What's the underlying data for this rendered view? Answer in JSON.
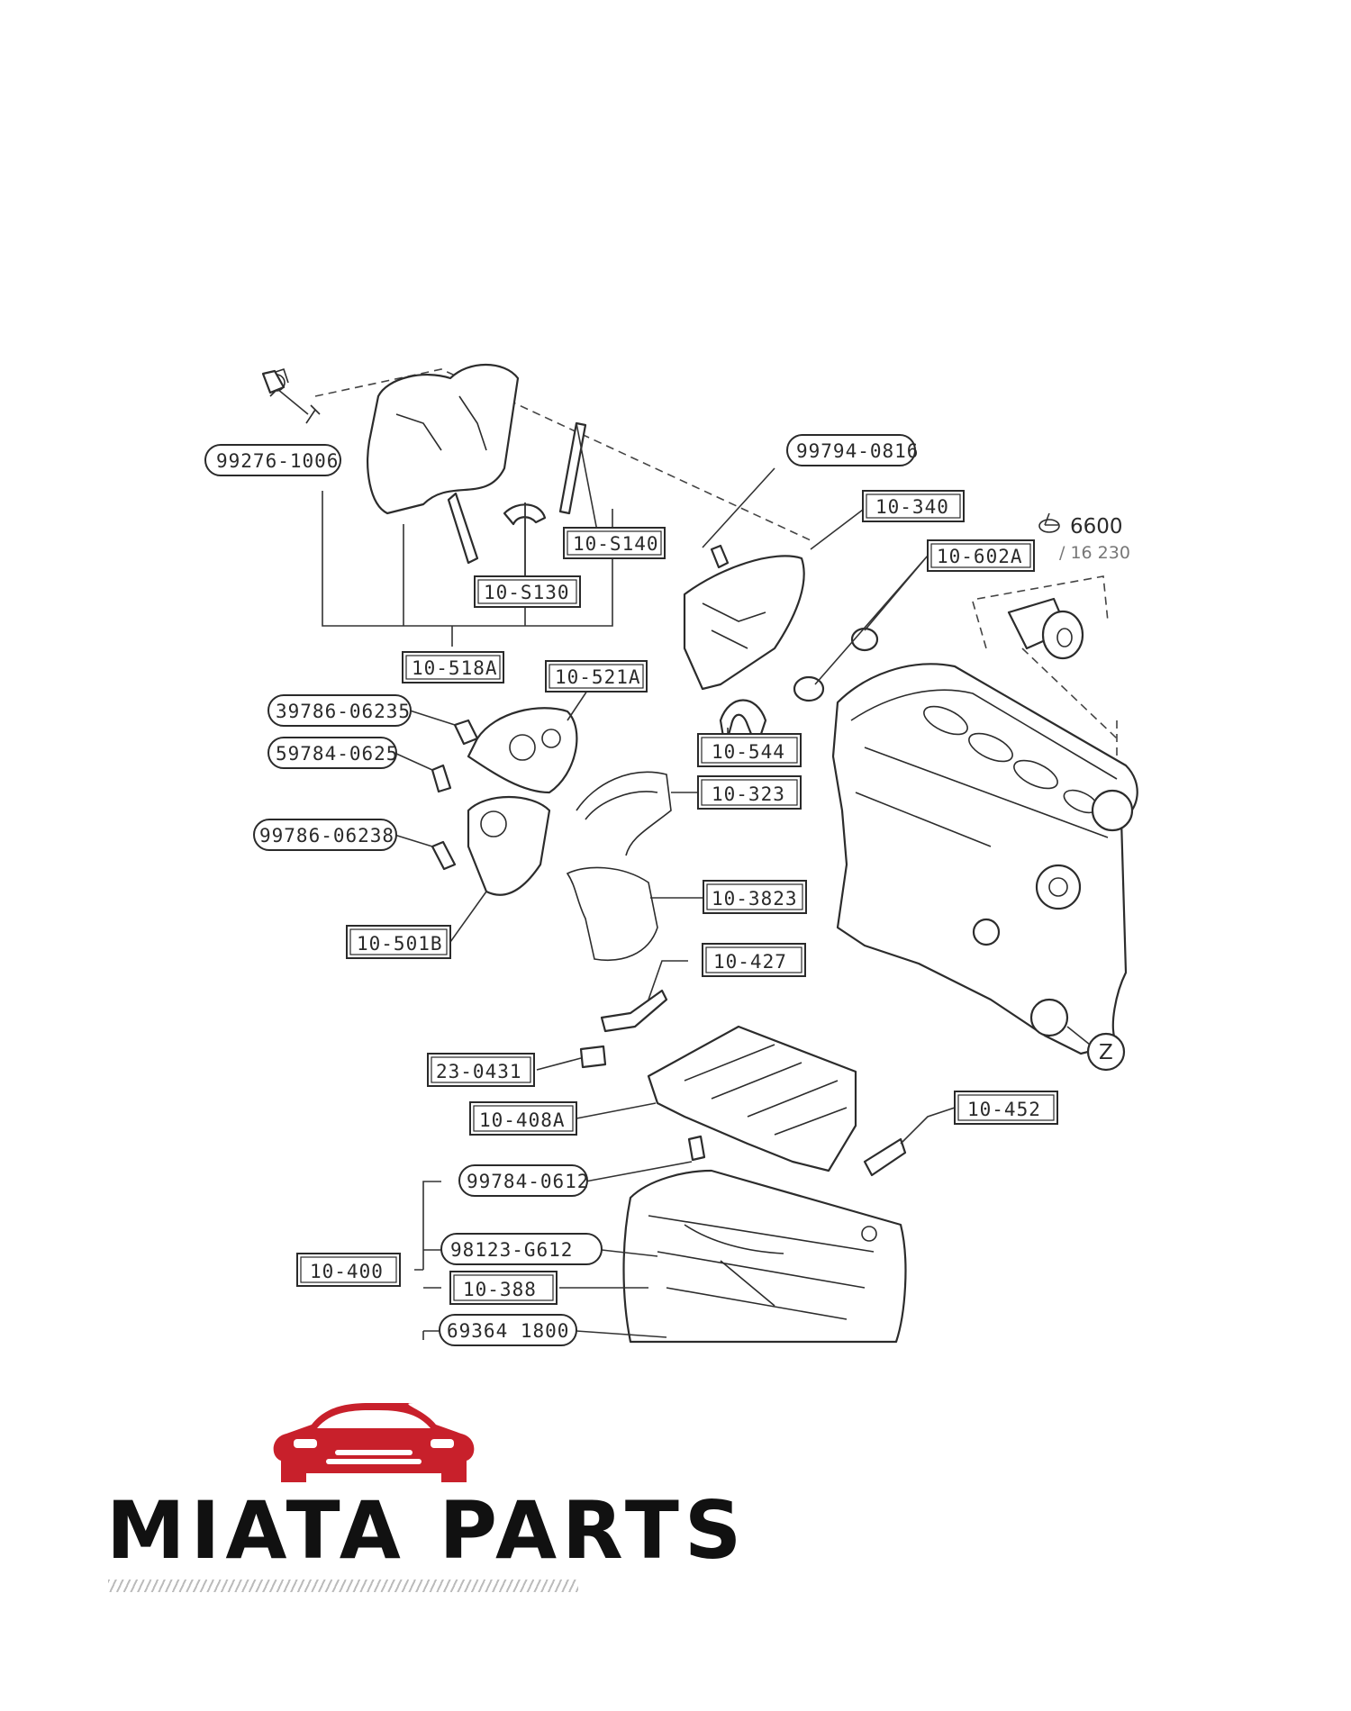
{
  "diagram": {
    "labels_boxed": [
      "10-S140",
      "10-340",
      "10-602A",
      "10-S130",
      "10-518A",
      "10-521A",
      "10-544",
      "10-323",
      "10-3823",
      "10-501B",
      "10-427",
      "23-0431",
      "10-408A",
      "10-452",
      "10-400",
      "10-388"
    ],
    "labels_round": [
      "99276-1006",
      "99794-0816",
      "39786-06235",
      "59784-0625",
      "99786-06238",
      "99784-0612",
      "98123-G612",
      "69364 1800"
    ],
    "sheet_ref": "6600",
    "sheet_sub": "/ 16 230",
    "callout": "Z"
  },
  "brand": {
    "name": "MIATA PARTS",
    "logo_color": "#c8202b",
    "text_color": "#111111"
  }
}
